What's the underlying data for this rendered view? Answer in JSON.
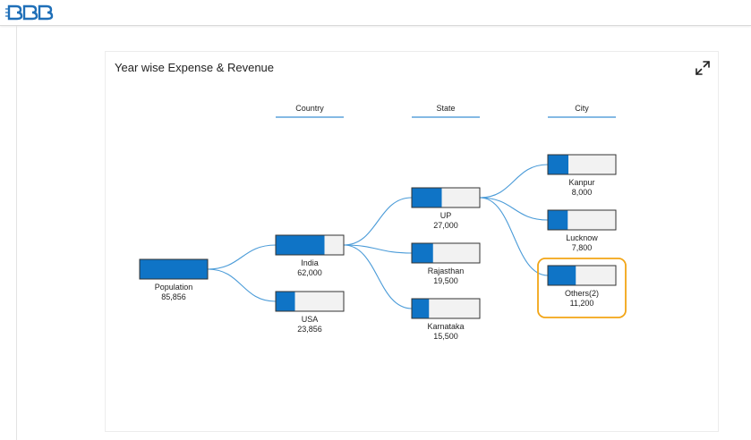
{
  "app": {
    "logo_icon": "bdb-logo-icon"
  },
  "card": {
    "title": "Year wise Expense & Revenue",
    "expand_icon": "expand-icon"
  },
  "colors": {
    "fill": "#0f74c6",
    "empty": "#f2f2f2",
    "border": "#333333",
    "link": "#4a9bd8",
    "header_line": "#3b8fd3",
    "highlight": "#f2a516"
  },
  "chart_data": {
    "type": "decomposition-tree",
    "levels": [
      "Country",
      "State",
      "City"
    ],
    "root": {
      "label": "Population",
      "value": "85,856"
    },
    "nodes": [
      {
        "id": "india",
        "level": 1,
        "parent": "root",
        "label": "India",
        "value": "62,000",
        "fill": 0.72
      },
      {
        "id": "usa",
        "level": 1,
        "parent": "root",
        "label": "USA",
        "value": "23,856",
        "fill": 0.28
      },
      {
        "id": "up",
        "level": 2,
        "parent": "india",
        "label": "UP",
        "value": "27,000",
        "fill": 0.44
      },
      {
        "id": "rajasthan",
        "level": 2,
        "parent": "india",
        "label": "Rajasthan",
        "value": "19,500",
        "fill": 0.31
      },
      {
        "id": "karnataka",
        "level": 2,
        "parent": "india",
        "label": "Karnataka",
        "value": "15,500",
        "fill": 0.25
      },
      {
        "id": "kanpur",
        "level": 3,
        "parent": "up",
        "label": "Kanpur",
        "value": "8,000",
        "fill": 0.3
      },
      {
        "id": "lucknow",
        "level": 3,
        "parent": "up",
        "label": "Lucknow",
        "value": "7,800",
        "fill": 0.29
      },
      {
        "id": "others",
        "level": 3,
        "parent": "up",
        "label": "Others(2)",
        "value": "11,200",
        "fill": 0.41,
        "selected": true
      }
    ]
  }
}
